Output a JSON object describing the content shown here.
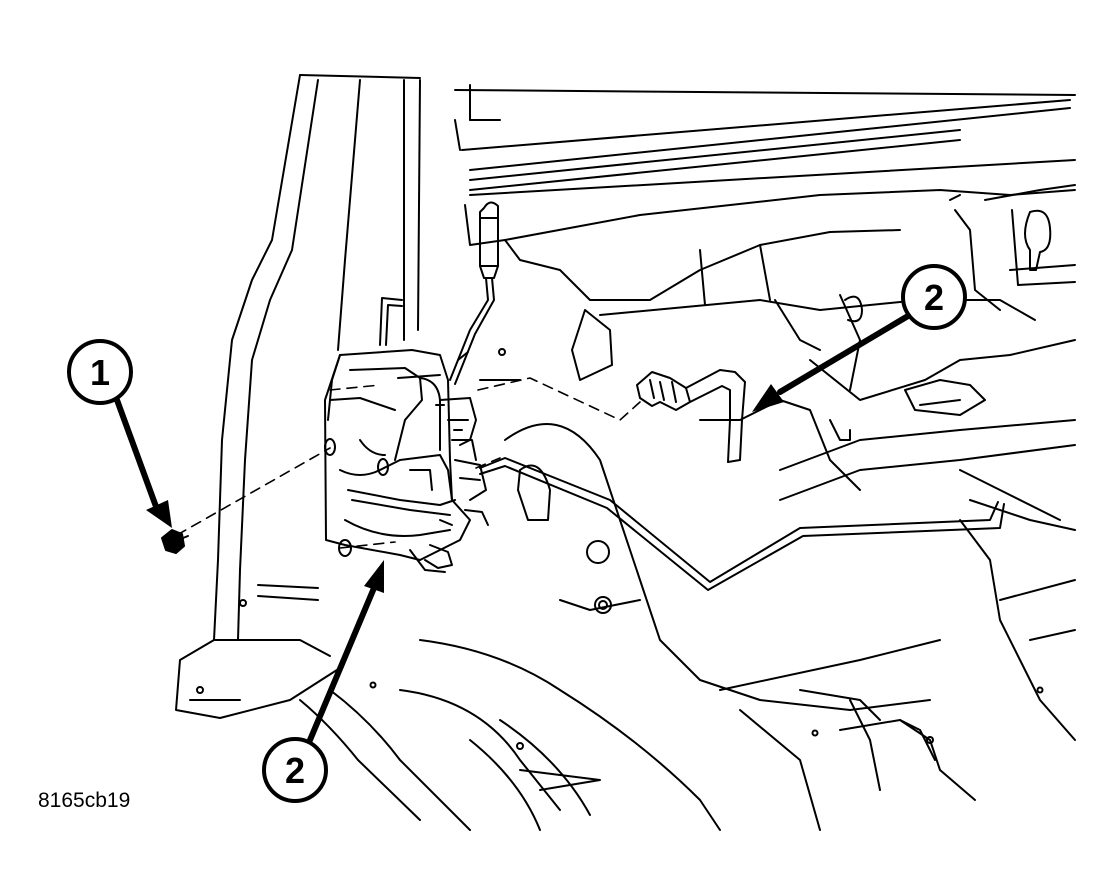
{
  "figure": {
    "id_code": "8165cb19"
  },
  "callouts": [
    {
      "id": "callout-1",
      "label": "1",
      "refers_to": "bolt"
    },
    {
      "id": "callout-2a",
      "label": "2",
      "refers_to": "door-latch-electrical-connector"
    },
    {
      "id": "callout-2b",
      "label": "2",
      "refers_to": "door-latch-assembly"
    }
  ],
  "colors": {
    "ink": "#000000",
    "background": "#ffffff"
  }
}
